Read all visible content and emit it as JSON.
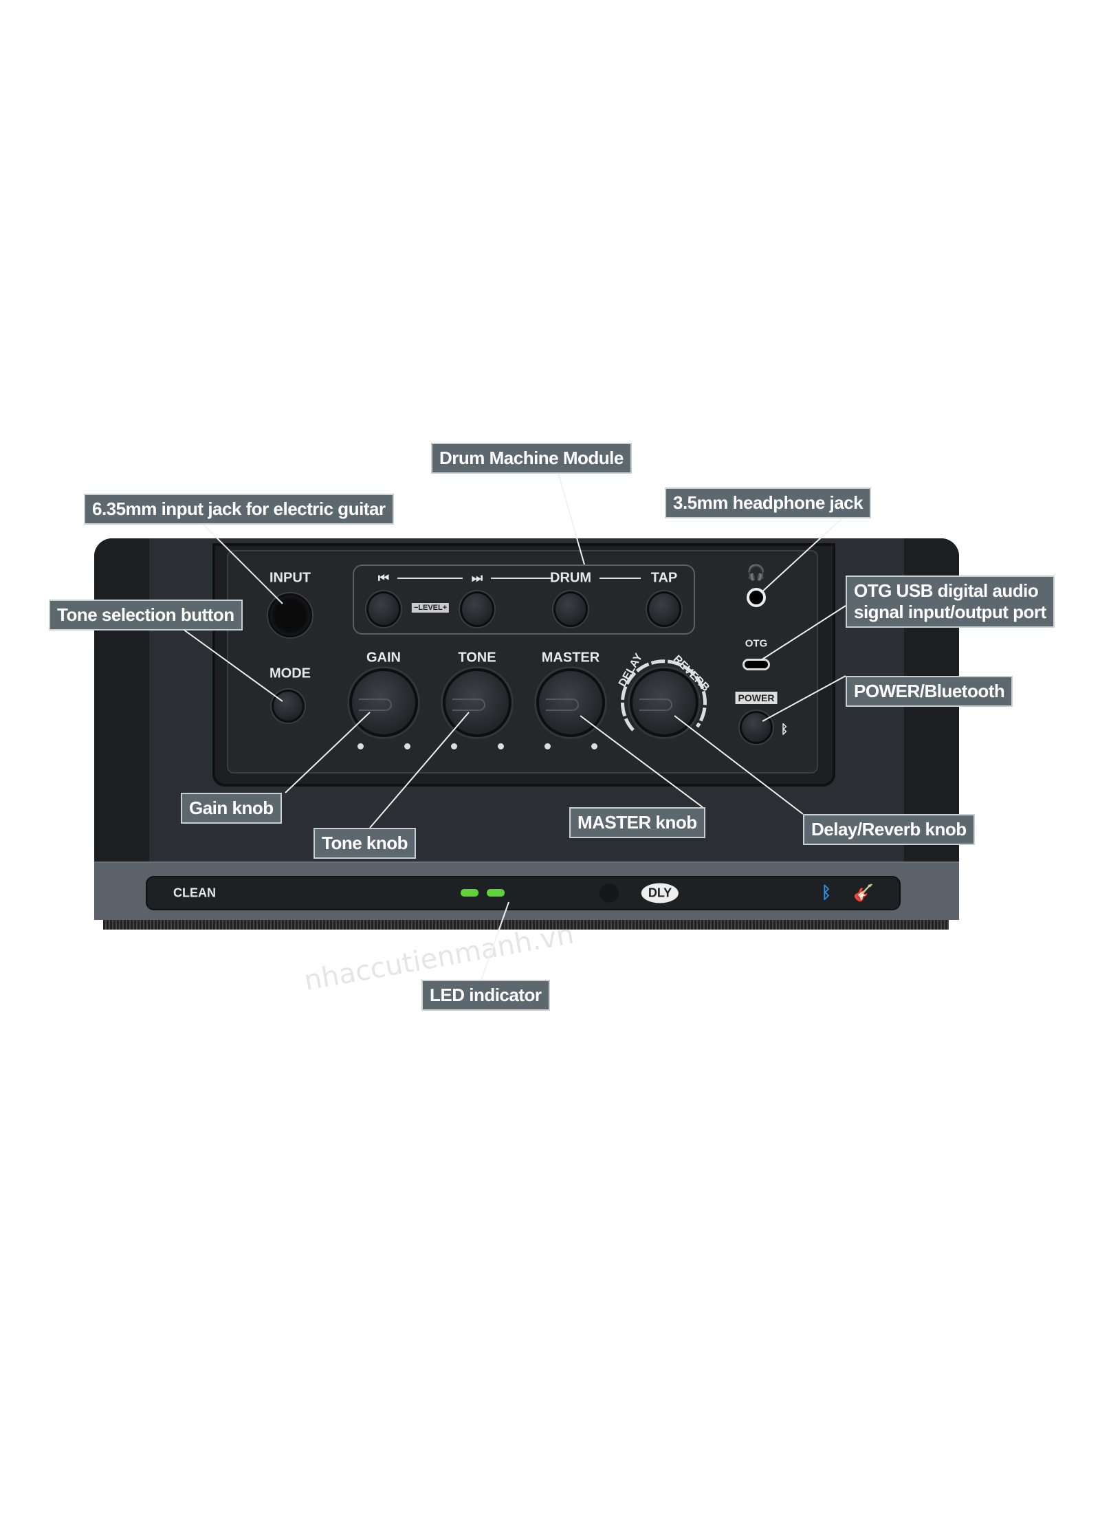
{
  "callouts": {
    "drum_machine": "Drum Machine Module",
    "input_jack": "6.35mm input jack for electric guitar",
    "headphone_jack": "3.5mm headphone jack",
    "tone_selection": "Tone selection button",
    "otg_usb_line1": "OTG USB digital audio",
    "otg_usb_line2": "signal input/output port",
    "power_bt": "POWER/Bluetooth",
    "gain_knob": "Gain knob",
    "tone_knob": "Tone knob",
    "master_knob": "MASTER knob",
    "delay_reverb_knob": "Delay/Reverb knob",
    "led_indicator": "LED indicator"
  },
  "panel": {
    "input": "INPUT",
    "mode": "MODE",
    "prev": "⏮",
    "next": "⏭",
    "level": "−LEVEL+",
    "drum": "DRUM",
    "tap": "TAP",
    "gain": "GAIN",
    "tone": "TONE",
    "master": "MASTER",
    "delay": "DELAY",
    "reverb": "REVERB",
    "otg": "OTG",
    "power": "POWER"
  },
  "led": {
    "clean": "CLEAN",
    "dly": "DLY",
    "active_color": "#5fd43a",
    "bt_color": "#2a8de0"
  },
  "watermark": "nhaccutienmanh.vn"
}
